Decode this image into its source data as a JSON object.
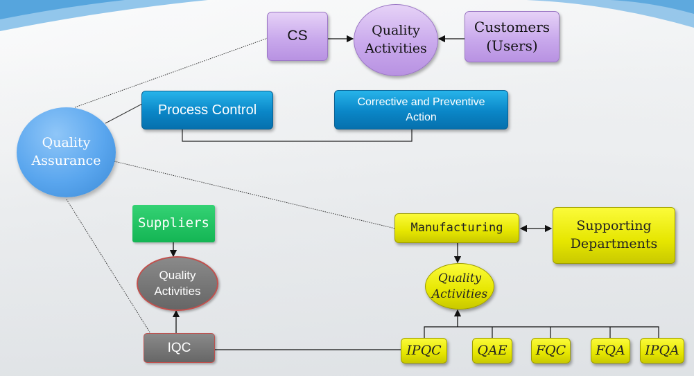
{
  "nodes": {
    "cs": "CS",
    "quality_activities_top": "Quality Activities",
    "customers": "Customers (Users)",
    "process_control": "Process Control",
    "capa": "Corrective and Preventive Action",
    "quality_assurance": "Quality Assurance",
    "suppliers": "Suppliers",
    "quality_activities_left": "Quality Activities",
    "iqc": "IQC",
    "manufacturing": "Manufacturing",
    "supporting_departments": "Supporting Departments",
    "quality_activities_right": "Quality Activities",
    "ipqc": "IPQC",
    "qae": "QAE",
    "fqc": "FQC",
    "fqa": "FQA",
    "ipqa": "IPQA"
  },
  "colors": {
    "purple": "#c9a9ec",
    "blue": "#0a86c7",
    "yellow": "#e6e600",
    "green": "#14b554",
    "gray": "#777777",
    "quality_assurance_circle": "#5aa6ee"
  }
}
